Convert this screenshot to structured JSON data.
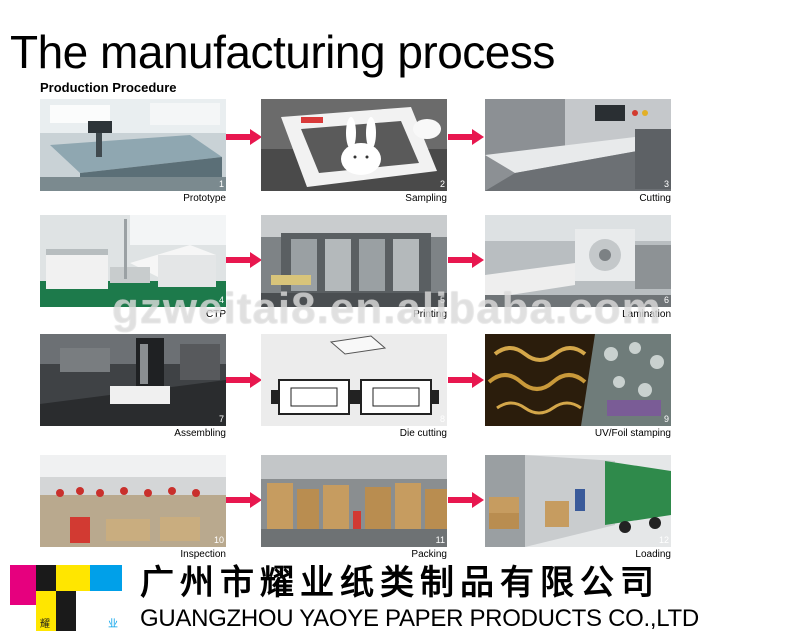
{
  "header": {
    "title": "The manufacturing process",
    "section_title": "Production Procedure"
  },
  "colors": {
    "arrow": "#e8174f",
    "logo_magenta": "#e6007e",
    "logo_yellow": "#ffe600",
    "logo_cyan": "#00a0e9",
    "logo_black": "#1a1a1a"
  },
  "steps": [
    {
      "number": "1",
      "label": "Prototype",
      "icon": "cutting-plotter-photo"
    },
    {
      "number": "2",
      "label": "Sampling",
      "icon": "rabbit-sample-photo"
    },
    {
      "number": "3",
      "label": "Cutting",
      "icon": "guillotine-cutter-photo"
    },
    {
      "number": "4",
      "label": "CTP",
      "icon": "ctp-machine-photo"
    },
    {
      "number": "5",
      "label": "Printing",
      "icon": "printing-press-photo"
    },
    {
      "number": "6",
      "label": "Lamination",
      "icon": "laminator-photo"
    },
    {
      "number": "7",
      "label": "Assembling",
      "icon": "assembly-machine-photo"
    },
    {
      "number": "8",
      "label": "Die cutting",
      "icon": "die-cut-blanks-photo"
    },
    {
      "number": "9",
      "label": "UV/Foil stamping",
      "icon": "foil-stamped-paper-photo"
    },
    {
      "number": "10",
      "label": "Inspection",
      "icon": "inspection-workers-photo"
    },
    {
      "number": "11",
      "label": "Packing",
      "icon": "warehouse-cartons-photo"
    },
    {
      "number": "12",
      "label": "Loading",
      "icon": "truck-loading-photo"
    }
  ],
  "watermark": "gzweitai8.en.alibaba.com",
  "company": {
    "name_cn": "广州市耀业纸类制品有限公司",
    "name_en": "GUANGZHOU YAOYE PAPER PRODUCTS CO.,LTD",
    "logo_chars": [
      "耀",
      "业"
    ]
  }
}
